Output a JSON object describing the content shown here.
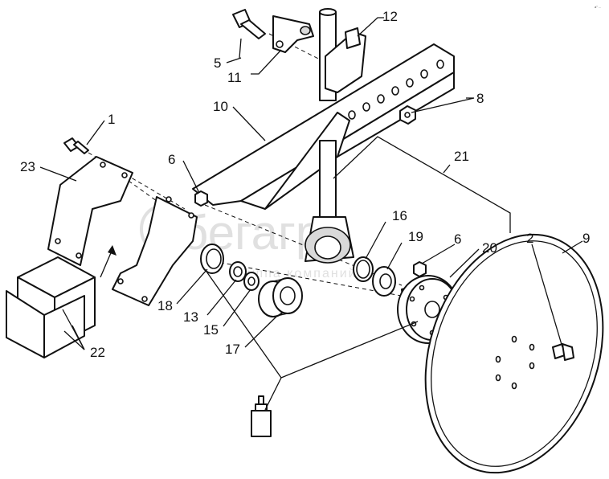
{
  "callouts": {
    "c1": "1",
    "c2": "2",
    "c5": "5",
    "c6a": "6",
    "c6b": "6",
    "c8": "8",
    "c9": "9",
    "c10": "10",
    "c11": "11",
    "c12": "12",
    "c13": "13",
    "c15": "15",
    "c16": "16",
    "c17": "17",
    "c18": "18",
    "c19": "19",
    "c20": "20",
    "c21": "21",
    "c22": "22",
    "c23": "23"
  },
  "watermark": {
    "brand": "бегагро",
    "tagline": "группа компаний"
  },
  "corner_mark": "a° ..."
}
